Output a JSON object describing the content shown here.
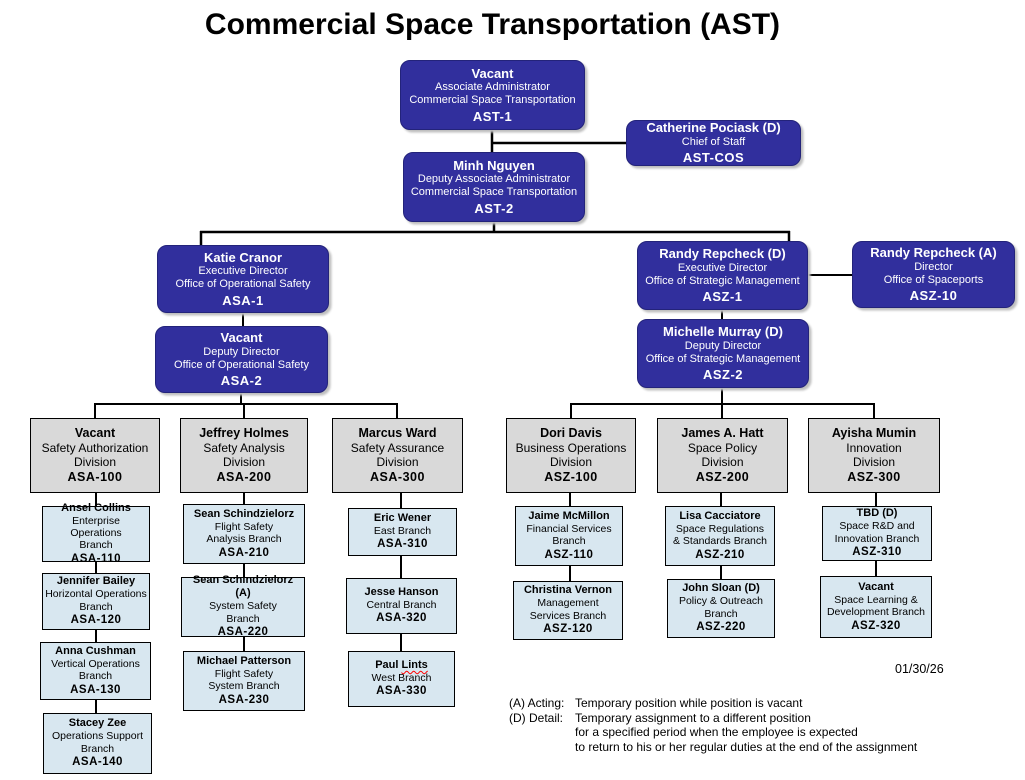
{
  "title": "Commercial Space Transportation (AST)",
  "date": "01/30/26",
  "colors": {
    "exec_bg": "#312F9D",
    "division_bg": "#D9D9D9",
    "branch_bg": "#D8E7F0",
    "line": "#000000",
    "squiggle": "#FF0000"
  },
  "legend": {
    "acting_label": "(A) Acting:",
    "acting_text": "Temporary position while position is vacant",
    "detail_label": "(D) Detail:",
    "detail_text1": "Temporary assignment to a different position",
    "detail_text2": "for a specified period when the employee is expected",
    "detail_text3": "to return to his or her regular duties at the end of the assignment"
  },
  "boxes": {
    "ast1": {
      "name": "Vacant",
      "title": "Associate Administrator",
      "org": "Commercial Space Transportation",
      "code": "AST-1"
    },
    "astcos": {
      "name": "Catherine Pociask (D)",
      "title": "Chief of Staff",
      "code": "AST-COS"
    },
    "ast2": {
      "name": "Minh Nguyen",
      "title": "Deputy Associate Administrator",
      "org": "Commercial Space Transportation",
      "code": "AST-2"
    },
    "asa1": {
      "name": "Katie Cranor",
      "title": "Executive Director",
      "org": "Office of Operational Safety",
      "code": "ASA-1"
    },
    "asa2": {
      "name": "Vacant",
      "title": "Deputy Director",
      "org": "Office of Operational Safety",
      "code": "ASA-2"
    },
    "asz1": {
      "name": "Randy Repcheck (D)",
      "title": "Executive Director",
      "org": "Office of Strategic Management",
      "code": "ASZ-1"
    },
    "asz10": {
      "name": "Randy Repcheck (A)",
      "title": "Director",
      "org": "Office of Spaceports",
      "code": "ASZ-10"
    },
    "asz2": {
      "name": "Michelle Murray (D)",
      "title": "Deputy Director",
      "org": "Office of Strategic Management",
      "code": "ASZ-2"
    },
    "asa100": {
      "name": "Vacant",
      "dept": "Safety Authorization\nDivision",
      "code": "ASA-100"
    },
    "asa200": {
      "name": "Jeffrey Holmes",
      "dept": "Safety Analysis\nDivision",
      "code": "ASA-200"
    },
    "asa300": {
      "name": "Marcus Ward",
      "dept": "Safety Assurance\nDivision",
      "code": "ASA-300"
    },
    "asz100": {
      "name": "Dori Davis",
      "dept": "Business Operations\nDivision",
      "code": "ASZ-100"
    },
    "asz200": {
      "name": "James A. Hatt",
      "dept": "Space Policy\nDivision",
      "code": "ASZ-200"
    },
    "asz300": {
      "name": "Ayisha Mumin",
      "dept": "Innovation\nDivision",
      "code": "ASZ-300"
    },
    "asa110": {
      "name": "Ansel Collins",
      "dept": "Enterprise Operations\nBranch",
      "code": "ASA-110"
    },
    "asa120": {
      "name": "Jennifer Bailey",
      "dept": "Horizontal Operations\nBranch",
      "code": "ASA-120"
    },
    "asa130": {
      "name": "Anna Cushman",
      "dept": "Vertical Operations\nBranch",
      "code": "ASA-130"
    },
    "asa140": {
      "name": "Stacey Zee",
      "dept": "Operations Support\nBranch",
      "code": "ASA-140"
    },
    "asa210": {
      "name": "Sean Schindzielorz",
      "dept": "Flight Safety\nAnalysis Branch",
      "code": "ASA-210"
    },
    "asa220": {
      "name": "Sean Schindzielorz (A)",
      "dept": "System Safety\nBranch",
      "code": "ASA-220"
    },
    "asa230": {
      "name": "Michael Patterson",
      "dept": "Flight Safety\nSystem Branch",
      "code": "ASA-230"
    },
    "asa310": {
      "name": "Eric Wener",
      "dept": "East Branch",
      "code": "ASA-310"
    },
    "asa320": {
      "name": "Jesse Hanson",
      "dept": "Central Branch",
      "code": "ASA-320"
    },
    "asa330": {
      "name_first": "Paul",
      "name_last": "Lints",
      "dept": "West Branch",
      "code": "ASA-330"
    },
    "asz110": {
      "name": "Jaime McMillon",
      "dept": "Financial Services\nBranch",
      "code": "ASZ-110"
    },
    "asz120": {
      "name": "Christina Vernon",
      "dept": "Management\nServices Branch",
      "code": "ASZ-120"
    },
    "asz210": {
      "name": "Lisa Cacciatore",
      "dept": "Space Regulations\n& Standards Branch",
      "code": "ASZ-210"
    },
    "asz220": {
      "name": "John Sloan (D)",
      "dept": "Policy & Outreach\nBranch",
      "code": "ASZ-220"
    },
    "asz310": {
      "name": "TBD (D)",
      "dept": "Space R&D and\nInnovation Branch",
      "code": "ASZ-310"
    },
    "asz320": {
      "name": "Vacant",
      "dept": "Space Learning &\nDevelopment Branch",
      "code": "ASZ-320"
    }
  }
}
